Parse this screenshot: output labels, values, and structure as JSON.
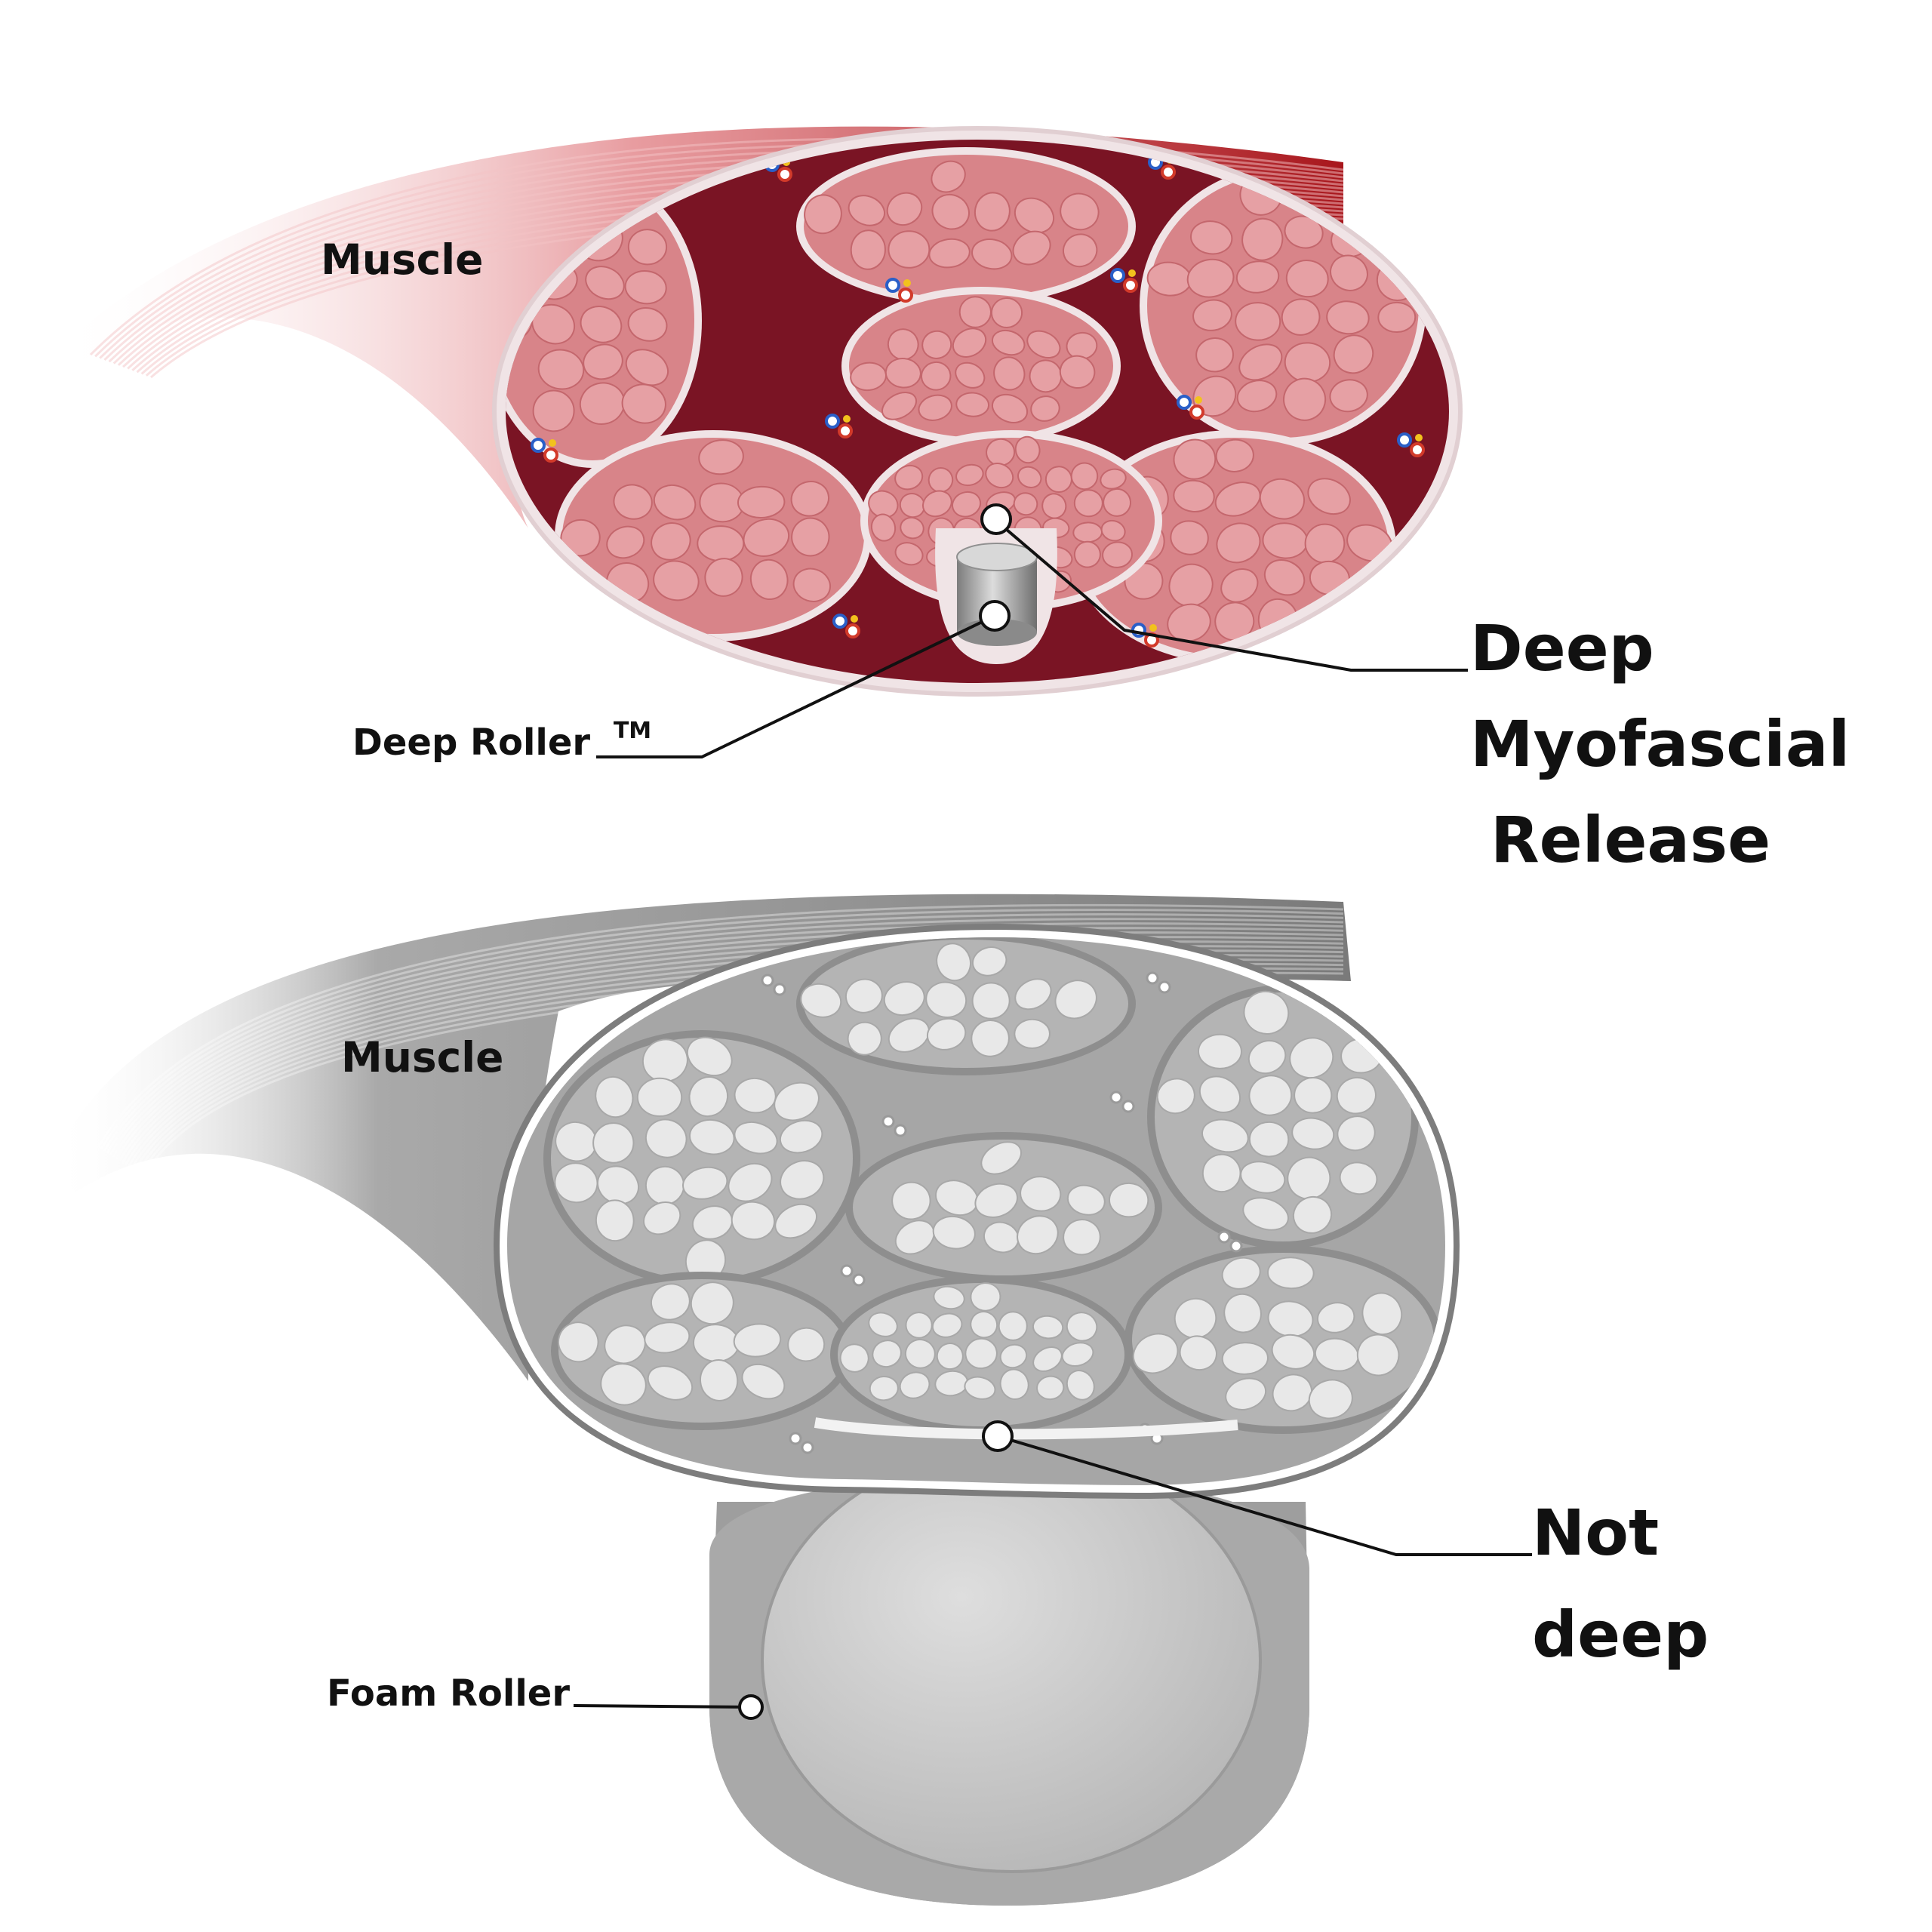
{
  "top_panel": {
    "muscle_label": "Muscle",
    "roller_label": "Deep Roller",
    "trademark": "TM",
    "result_lines": [
      "Deep",
      "Myofascial",
      "Release"
    ]
  },
  "bottom_panel": {
    "muscle_label": "Muscle",
    "roller_label": "Foam Roller",
    "result_lines": [
      "Not",
      "deep"
    ]
  },
  "colors": {
    "muscle_red": "#b01a1e",
    "fascicle_pink": "#d88489",
    "fiber_pink": "#e6a0a4",
    "perimysium_dark": "#7a1424",
    "epimysium_light": "#f0e4e6",
    "muscle_grey": "#8a8a8a",
    "fiber_light": "#e8e8e8",
    "fascicle_grey": "#a6a6a6",
    "roller_grey": "#a8a8a8"
  },
  "icons": [
    "muscle-cross-section",
    "deep-roller-icon",
    "foam-roller-icon",
    "blood-vessel-icon",
    "callout-dot-icon"
  ]
}
